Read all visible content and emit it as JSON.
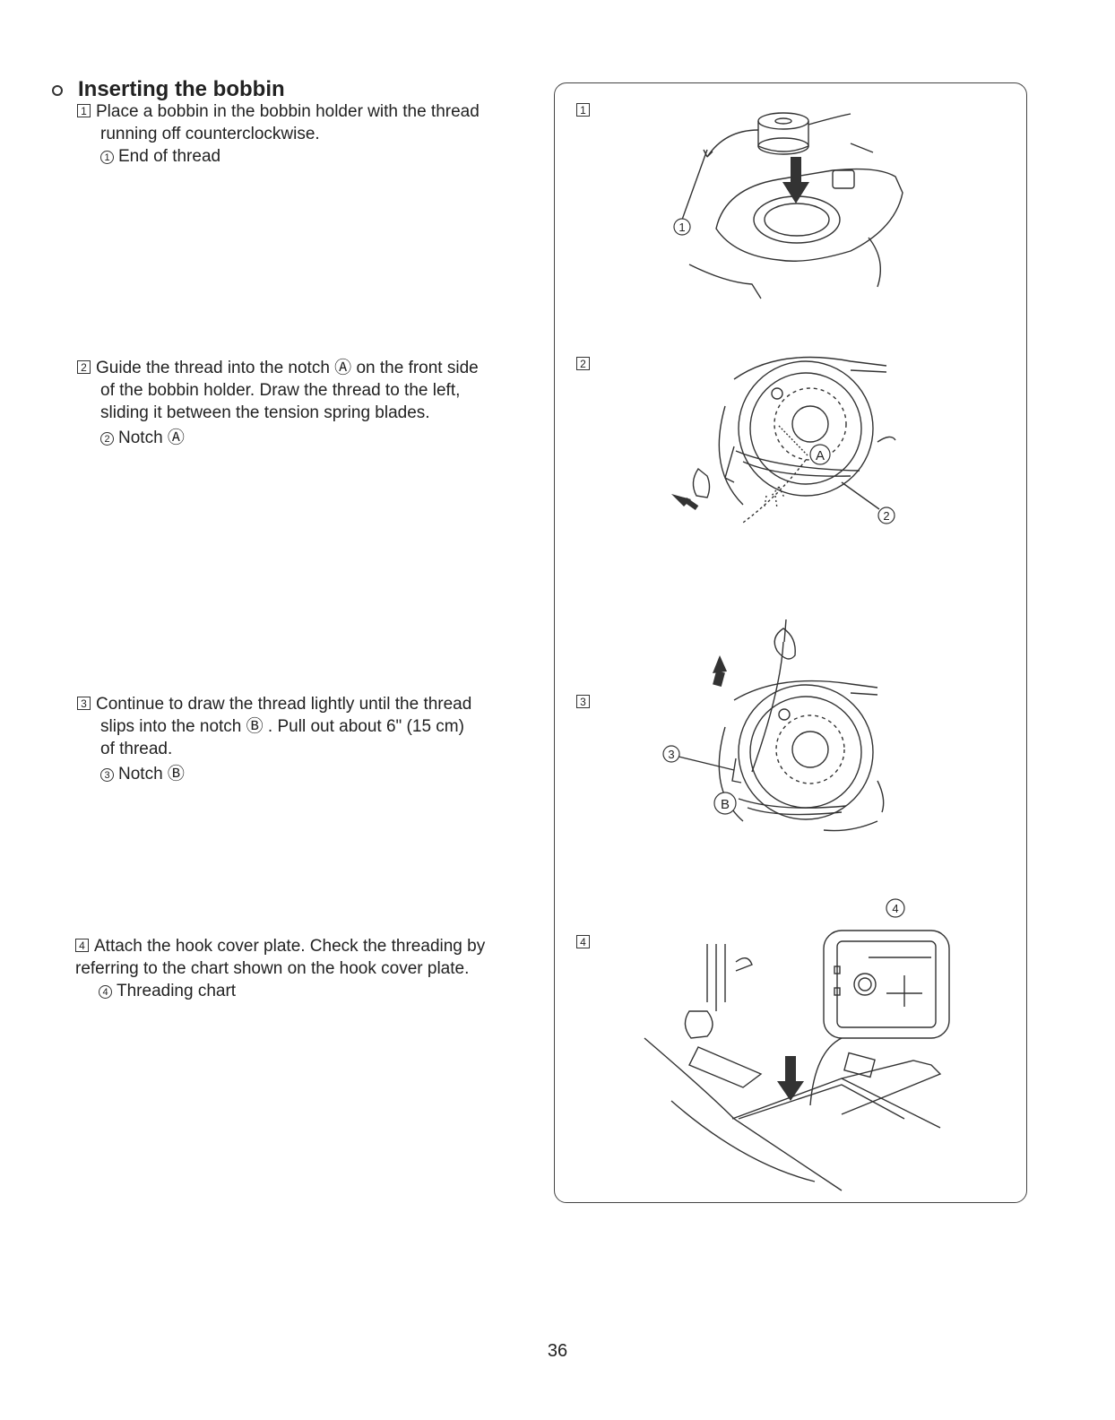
{
  "section": {
    "title": "Inserting the bobbin"
  },
  "steps": [
    {
      "number": "1",
      "text_line1": "Place a bobbin in the bobbin holder with the thread",
      "text_line2": "running off counterclockwise.",
      "callout_number": "1",
      "callout_label": "End of thread"
    },
    {
      "number": "2",
      "text_line1": "Guide the thread into the notch Ⓐ on the front side",
      "text_line2": "of the bobbin holder. Draw the thread to the left,",
      "text_line3": "sliding it between the tension spring blades.",
      "callout_number": "2",
      "callout_label": "Notch Ⓐ"
    },
    {
      "number": "3",
      "text_line1": "Continue to draw the thread lightly until the thread",
      "text_line2": "slips into the notch Ⓑ . Pull out about 6\" (15 cm)",
      "text_line3": "of thread.",
      "callout_number": "3",
      "callout_label": "Notch Ⓑ"
    },
    {
      "number": "4",
      "text_line1": "Attach the hook cover plate. Check the threading by",
      "text_line2": "referring to the chart shown on the hook cover plate.",
      "callout_number": "4",
      "callout_label": "Threading chart"
    }
  ],
  "figures": {
    "numbers": [
      "1",
      "2",
      "3",
      "4"
    ],
    "fig1_callout": "1",
    "fig2_callout": "2",
    "fig2_letter": "A",
    "fig3_callout": "3",
    "fig3_letter": "B",
    "fig4_callout": "4"
  },
  "page": {
    "number": "36"
  }
}
